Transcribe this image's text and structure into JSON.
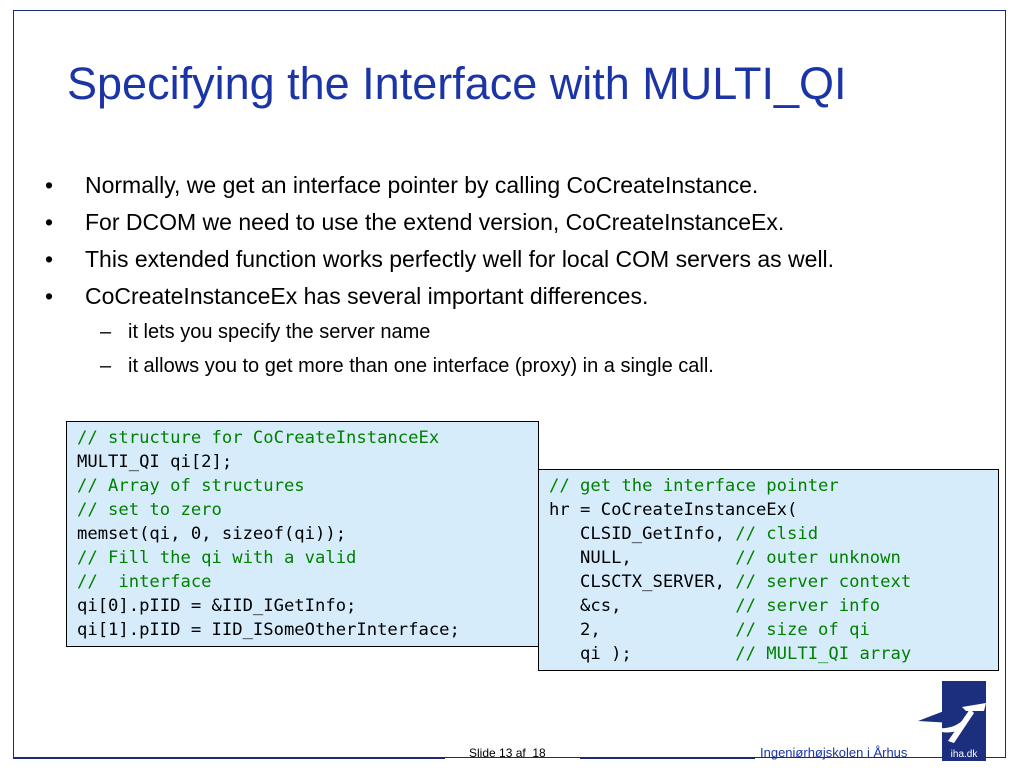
{
  "slide": {
    "title": "Specifying the Interface with MULTI_QI",
    "bullets": [
      "Normally, we get an interface pointer by calling CoCreateInstance.",
      "For DCOM we need to use the extend version, CoCreateInstanceEx.",
      "This extended function works perfectly well for local COM servers as well.",
      "CoCreateInstanceEx has several important differences."
    ],
    "sub_bullets": [
      "it lets you specify the server name",
      "it allows you to get more than one interface (proxy) in a single call."
    ],
    "bullet_mark": "•",
    "sub_bullet_mark": "–"
  },
  "code_left": {
    "line1": "// structure for CoCreateInstanceEx",
    "line2": "MULTI_QI qi[2];",
    "line3": "// Array of structures",
    "line4": "// set to zero",
    "line5": "memset(qi, 0, sizeof(qi));",
    "line6": "// Fill the qi with a valid",
    "line7": "//  interface",
    "line8": "qi[0].pIID = &IID_IGetInfo;",
    "line9": "qi[1].pIID = IID_ISomeOtherInterface;"
  },
  "code_right": {
    "line1": "// get the interface pointer",
    "line2": "hr = CoCreateInstanceEx(",
    "line3_code": "   CLSID_GetInfo, ",
    "line3_comment": "// clsid",
    "line4_code": "   NULL,          ",
    "line4_comment": "// outer unknown",
    "line5_code": "   CLSCTX_SERVER, ",
    "line5_comment": "// server context",
    "line6_code": "   &cs,           ",
    "line6_comment": "// server info",
    "line7_code": "   2,             ",
    "line7_comment": "// size of qi",
    "line8_code": "   qi );          ",
    "line8_comment": "// MULTI_QI array"
  },
  "footer": {
    "slide_label": "Slide 13 af  18",
    "school": "Ingeniørhøjskolen i Århus",
    "logo_text": "iha.dk"
  },
  "colors": {
    "title": "#1c35a6",
    "code_bg": "#d6ecfb",
    "comment": "#008000",
    "frame": "#1a2a78"
  }
}
